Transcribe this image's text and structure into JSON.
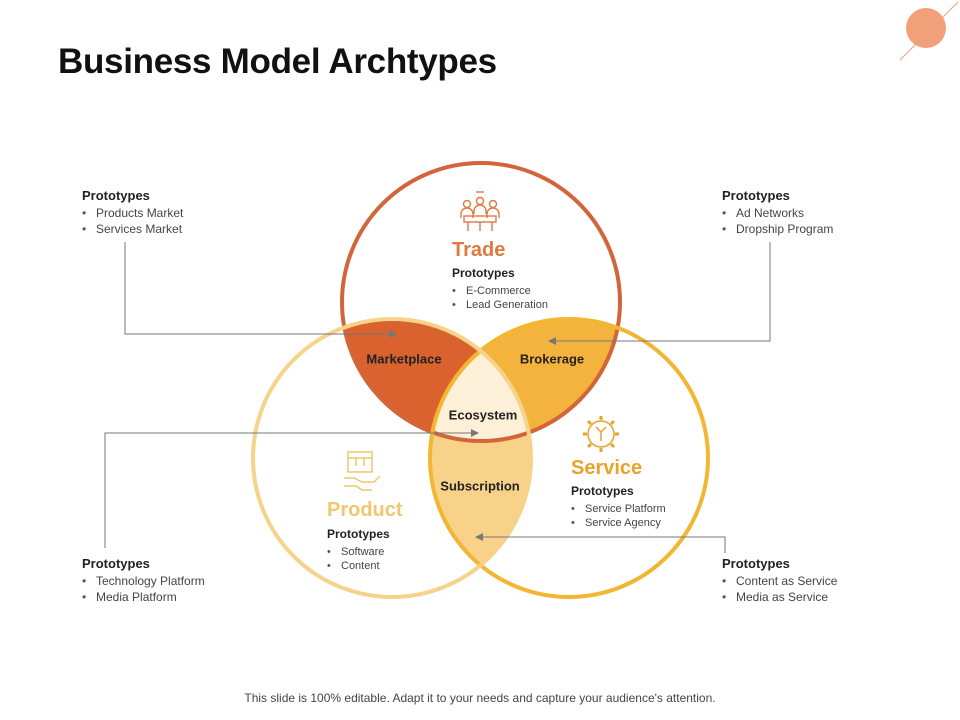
{
  "title": "Business Model Archtypes",
  "colors": {
    "trade": "#d2663a",
    "service": "#f2b632",
    "product": "#f5d38a",
    "marketplace": "#d9622e",
    "brokerage": "#f4b33c",
    "subscription": "#f7d288",
    "ecosystem": "#fdf0d8",
    "trade_title": "#e0793d",
    "service_title": "#e9a22b",
    "product_title": "#f0c66e",
    "connector": "#777777",
    "deco": "#f2a07a"
  },
  "circles": {
    "trade": {
      "title": "Trade",
      "icon": "people-meeting-icon",
      "heading": "Prototypes",
      "items": [
        "E-Commerce",
        "Lead Generation"
      ]
    },
    "service": {
      "title": "Service",
      "icon": "gear-wrench-icon",
      "heading": "Prototypes",
      "items": [
        "Service Platform",
        "Service Agency"
      ]
    },
    "product": {
      "title": "Product",
      "icon": "box-hand-icon",
      "heading": "Prototypes",
      "items": [
        "Software",
        "Content"
      ]
    }
  },
  "regions": {
    "marketplace": "Marketplace",
    "brokerage": "Brokerage",
    "ecosystem": "Ecosystem",
    "subscription": "Subscription"
  },
  "callouts": {
    "top_left": {
      "heading": "Prototypes",
      "items": [
        "Products Market",
        "Services Market"
      ]
    },
    "top_right": {
      "heading": "Prototypes",
      "items": [
        "Ad Networks",
        "Dropship Program"
      ]
    },
    "bottom_left": {
      "heading": "Prototypes",
      "items": [
        "Technology Platform",
        "Media Platform"
      ]
    },
    "bottom_right": {
      "heading": "Prototypes",
      "items": [
        "Content as Service",
        "Media as Service"
      ]
    }
  },
  "footer": "This slide is 100% editable. Adapt it to your needs and capture your audience's attention."
}
